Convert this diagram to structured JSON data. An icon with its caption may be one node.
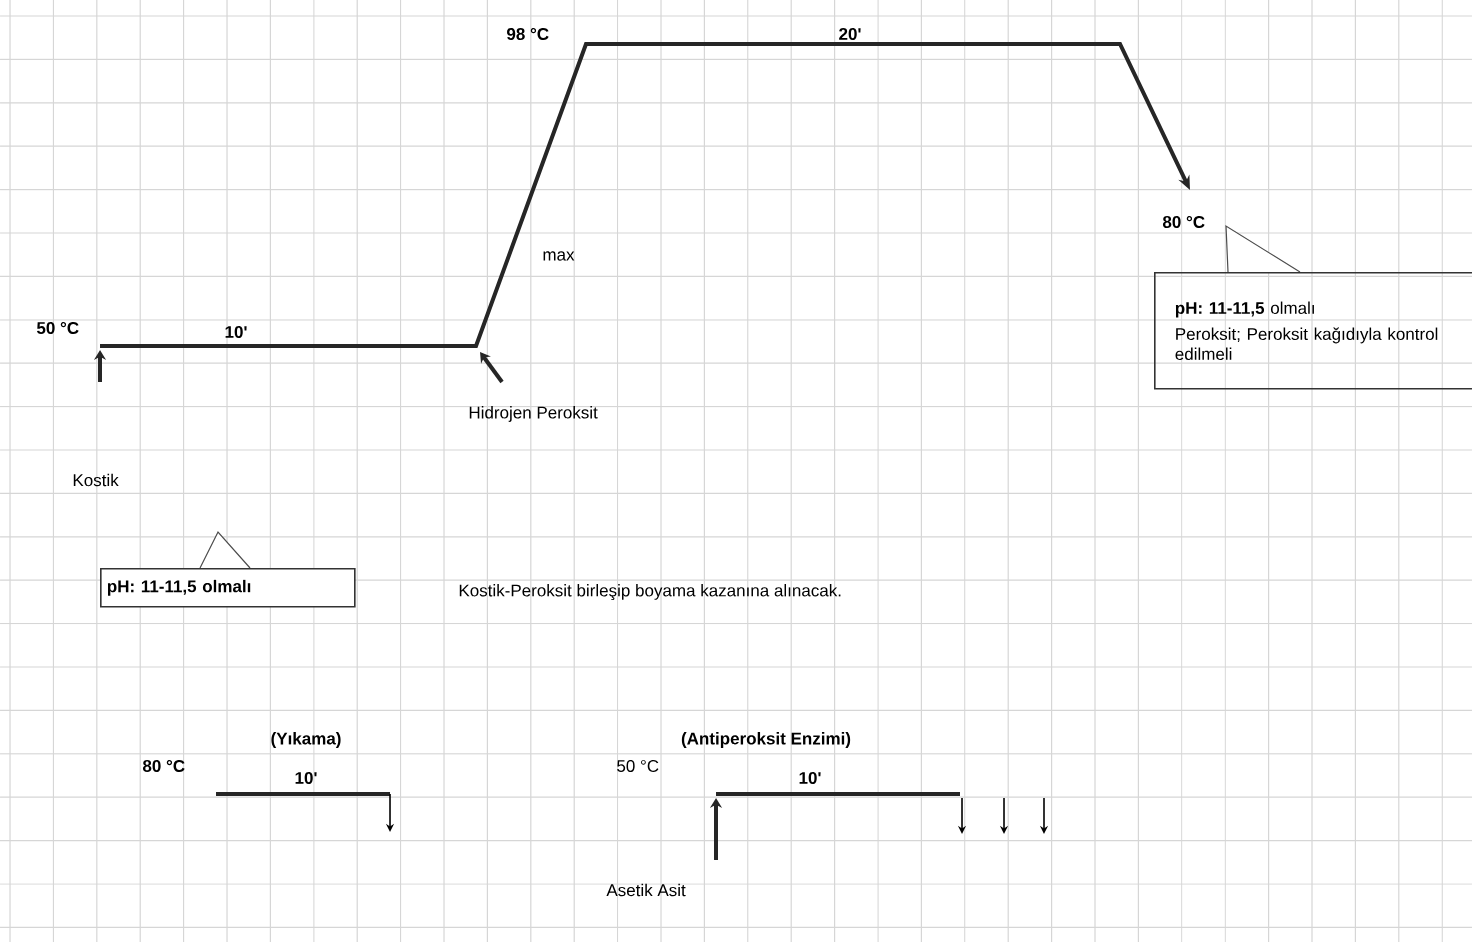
{
  "diagram": {
    "nodes": [
      {
        "text": [
          "pH: 11-11,5 olmalı"
        ]
      },
      {
        "text": [
          "**pH: 11-11,5** olmalı",
          "Peroksit; Peroksit kağıdıyla kontrol edilmeli"
        ]
      }
    ],
    "labels": [
      "98 °C",
      "20'",
      "max",
      "80 °C",
      "50 °C",
      "10'",
      "Hidrojen Peroksit",
      "Kostik",
      "Kostik-Peroksit birleşip boyama kazanına alınacak.",
      "(Yıkama)",
      "(Antiperoksit Enzimi)",
      "80 °C",
      "10'",
      "50 °C",
      "10'",
      "Asetik Asit"
    ]
  }
}
